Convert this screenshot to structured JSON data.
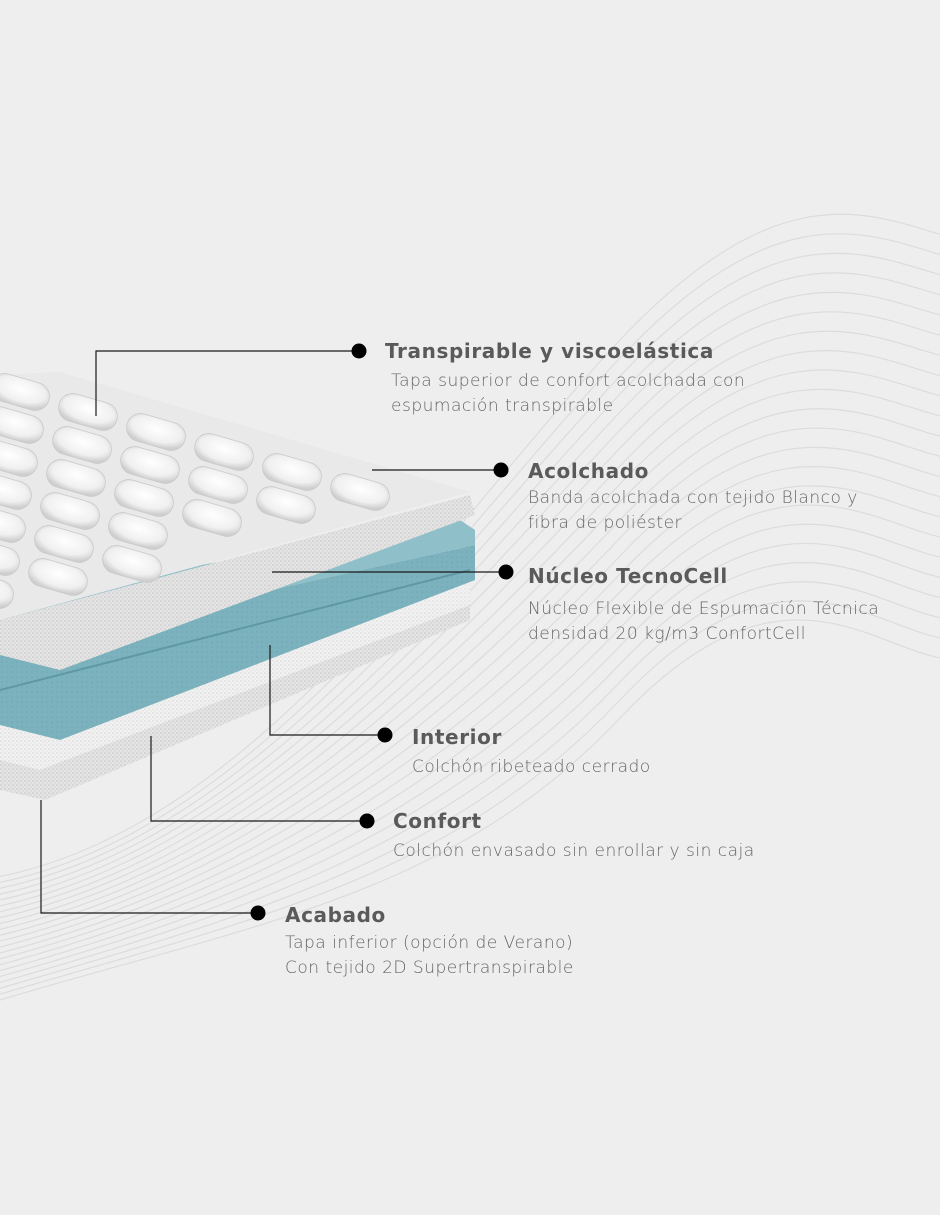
{
  "colors": {
    "background": "#eeeeee",
    "core_blue": "#7cb2bd",
    "leader_line": "#1a1a1a",
    "text": "#5c5c5c"
  },
  "layers": [
    {
      "id": "transpirable",
      "title": "Transpirable y viscoelástica",
      "desc": [
        "Tapa superior de confort acolchada con",
        "espumación transpirable"
      ]
    },
    {
      "id": "acolchado",
      "title": "Acolchado",
      "desc": [
        "Banda acolchada con tejido Blanco y",
        "fibra de poliéster"
      ]
    },
    {
      "id": "nucleo",
      "title": "Núcleo TecnoCell",
      "desc": [
        "Núcleo Flexible de Espumación Técnica",
        "densidad 20 kg/m3 ConfortCell"
      ]
    },
    {
      "id": "interior",
      "title": "Interior",
      "desc": [
        "Colchón ribeteado cerrado"
      ]
    },
    {
      "id": "confort",
      "title": "Confort",
      "desc": [
        "Colchón envasado sin enrollar y sin caja"
      ]
    },
    {
      "id": "acabado",
      "title": "Acabado",
      "desc": [
        "Tapa inferior (opción de Verano)",
        "Con tejido 2D Supertranspirable"
      ]
    }
  ]
}
